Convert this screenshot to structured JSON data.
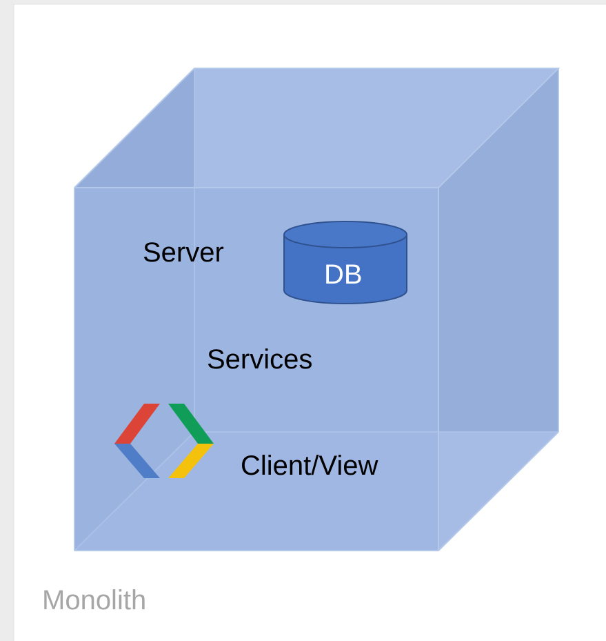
{
  "diagram": {
    "caption": "Monolith",
    "layers": {
      "server": "Server",
      "database": "DB",
      "services": "Services",
      "client": "Client/View"
    },
    "icon": "google-developers-icon",
    "colors": {
      "cube_face": "#8faadc",
      "cube_edge": "#a9c1e8",
      "database_fill": "#4472c4",
      "database_stroke": "#2f528f",
      "caption_text": "#a6a6a6",
      "icon_red": "#db4437",
      "icon_blue": "#4f7dc8",
      "icon_green": "#109d58",
      "icon_yellow": "#f4c20d"
    }
  }
}
